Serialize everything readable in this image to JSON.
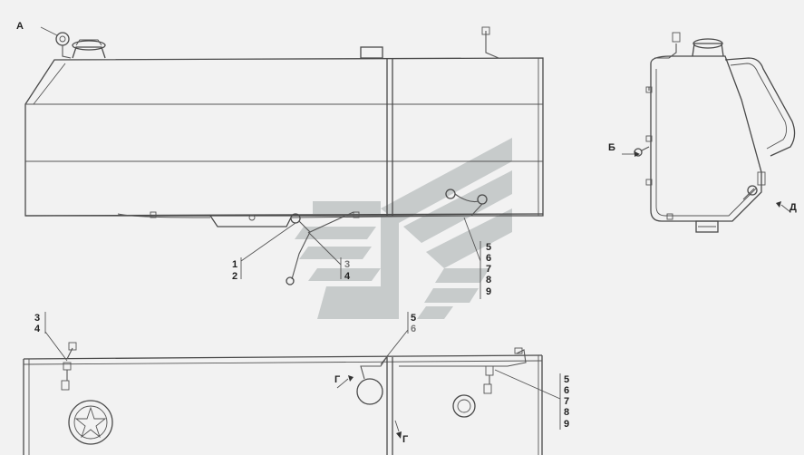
{
  "colors": {
    "background": "#f2f2f2",
    "line": "#4a4a4a",
    "watermark": "#b9bebf"
  },
  "labels": {
    "view_a": "А",
    "view_b": "Б",
    "view_d": "Д",
    "section_g_1": "Г",
    "section_g_2": "Г",
    "callout_1": "1",
    "callout_2": "2",
    "callout_3_top": "3",
    "callout_4_top": "4",
    "callout_5_top": "5",
    "callout_6_top": "6",
    "callout_7_top": "7",
    "callout_8_top": "8",
    "callout_9_top": "9",
    "callout_3_bottom": "3",
    "callout_4_bottom": "4",
    "callout_5_bottom": "5",
    "callout_6_bottom": "6",
    "callout_5_right": "5",
    "callout_6_right": "6",
    "callout_7_right": "7",
    "callout_8_right": "8",
    "callout_9_right": "9"
  },
  "icons": {
    "watermark": "manufacturer-logo-watermark"
  }
}
